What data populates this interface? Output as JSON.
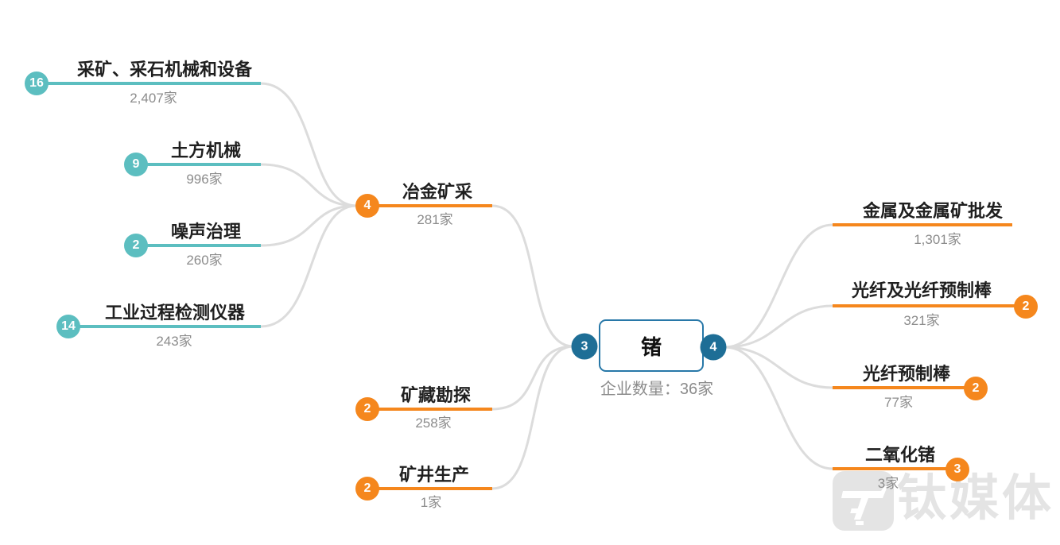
{
  "root": {
    "label": "锗",
    "company_count_label": "企业数量：36家",
    "upstream_badge": "3",
    "downstream_badge": "4"
  },
  "upstream_children": [
    {
      "label": "采矿、采石机械和设备",
      "count": "2,407家",
      "badge": "16"
    },
    {
      "label": "土方机械",
      "count": "996家",
      "badge": "9"
    },
    {
      "label": "噪声治理",
      "count": "260家",
      "badge": "2"
    },
    {
      "label": "工业过程检测仪器",
      "count": "243家",
      "badge": "14"
    }
  ],
  "upstream": [
    {
      "label": "冶金矿采",
      "count": "281家",
      "badge": "4"
    },
    {
      "label": "矿藏勘探",
      "count": "258家",
      "badge": "2"
    },
    {
      "label": "矿井生产",
      "count": "1家",
      "badge": "2"
    }
  ],
  "downstream": [
    {
      "label": "金属及金属矿批发",
      "count": "1,301家",
      "badge": ""
    },
    {
      "label": "光纤及光纤预制棒",
      "count": "321家",
      "badge": "2"
    },
    {
      "label": "光纤预制棒",
      "count": "77家",
      "badge": "2"
    },
    {
      "label": "二氧化锗",
      "count": "3家",
      "badge": "3"
    }
  ],
  "watermark": {
    "text": "钛媒体"
  },
  "colors": {
    "teal": "#5CBEC0",
    "orange": "#F5871D",
    "blue_badge": "#1E6E96",
    "root_border": "#2878A8",
    "link_gray": "#DCDCDC",
    "title_text": "#1F1F1F",
    "count_text": "#8C8C8C",
    "watermark": "#E4E4E4"
  }
}
